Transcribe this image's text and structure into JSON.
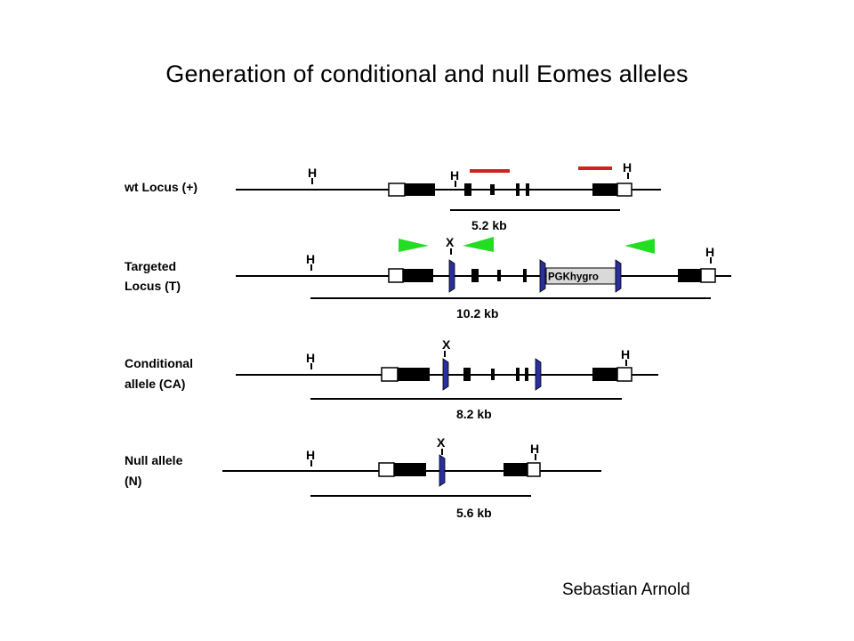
{
  "title": "Generation of conditional and null Eomes alleles",
  "author": "Sebastian Arnold",
  "colors": {
    "exon": "#000000",
    "utr": "#ffffff",
    "loxp": "#2a2f9e",
    "frt": "#22dd22",
    "probe": "#d42020",
    "cassette": "#d9d9d9"
  },
  "site_labels": {
    "hindiii": "H",
    "xbai": "X"
  },
  "alleles": [
    {
      "id": "wt",
      "label_lines": [
        "wt Locus (+)"
      ],
      "fragment": "5.2 kb"
    },
    {
      "id": "targeted",
      "label_lines": [
        "Targeted",
        "Locus (T)"
      ],
      "fragment": "10.2 kb",
      "cassette": "PGKhygro"
    },
    {
      "id": "conditional",
      "label_lines": [
        "Conditional",
        "allele (CA)"
      ],
      "fragment": "8.2 kb"
    },
    {
      "id": "null",
      "label_lines": [
        "Null allele",
        "(N)"
      ],
      "fragment": "5.6 kb"
    }
  ]
}
